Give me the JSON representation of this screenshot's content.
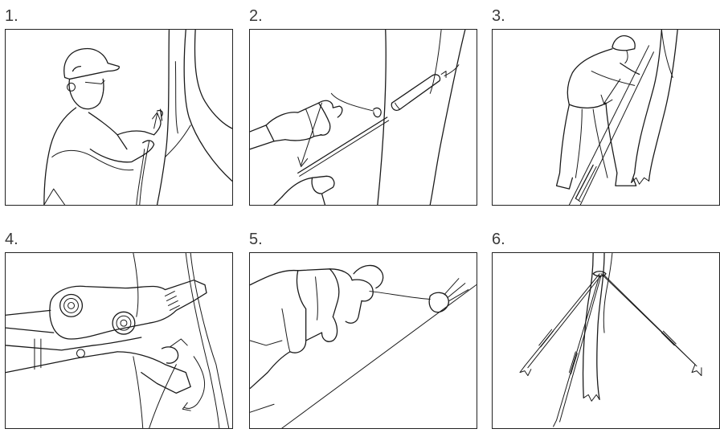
{
  "steps": [
    {
      "number": "1.",
      "illustration": "worker-holding-anchor-at-tree"
    },
    {
      "number": "2.",
      "illustration": "hands-driving-anchor-rod"
    },
    {
      "number": "3.",
      "illustration": "worker-pulling-cable-away-from-tree"
    },
    {
      "number": "4.",
      "illustration": "anchor-locking-tool-on-cable"
    },
    {
      "number": "5.",
      "illustration": "gloved-hand-tensioning-cable"
    },
    {
      "number": "6.",
      "illustration": "tree-staked-with-three-cables"
    }
  ],
  "colors": {
    "line": "#1a1a1a",
    "label": "#3a3a3a",
    "background": "#ffffff"
  }
}
